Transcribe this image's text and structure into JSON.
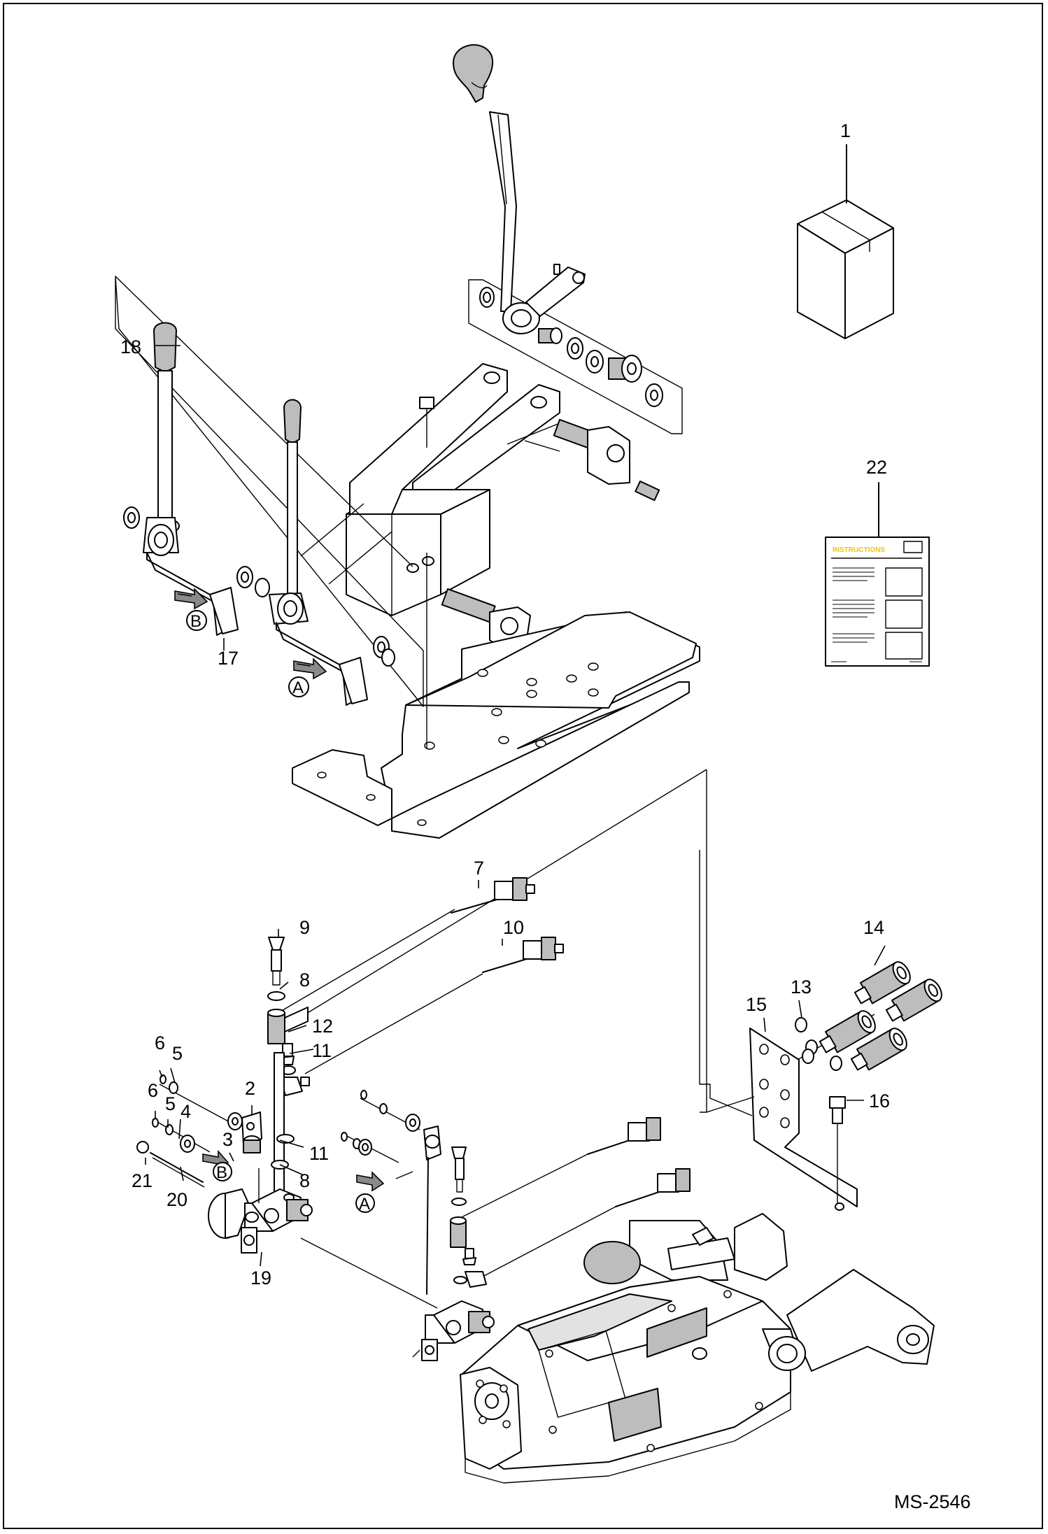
{
  "diagram": {
    "callouts": {
      "c1": "1",
      "c2": "2",
      "c3": "3",
      "c4": "4",
      "c5a": "5",
      "c5b": "5",
      "c6a": "6",
      "c6b": "6",
      "c7": "7",
      "c8a": "8",
      "c8b": "8",
      "c9": "9",
      "c10": "10",
      "c11a": "11",
      "c11b": "11",
      "c12": "12",
      "c13": "13",
      "c14": "14",
      "c15": "15",
      "c16": "16",
      "c17": "17",
      "c18": "18",
      "c19": "19",
      "c20": "20",
      "c21": "21",
      "c22": "22"
    },
    "view_markers": {
      "a_top": "A",
      "b_top": "B",
      "a_bottom": "A",
      "b_bottom": "B"
    },
    "manual_title": "INSTRUCTIONS",
    "document_id": "MS-2546",
    "colors": {
      "line": "#000000",
      "fill": "#ffffff",
      "shade": "#bdbdbd",
      "manual_title": "#f2c200"
    }
  }
}
